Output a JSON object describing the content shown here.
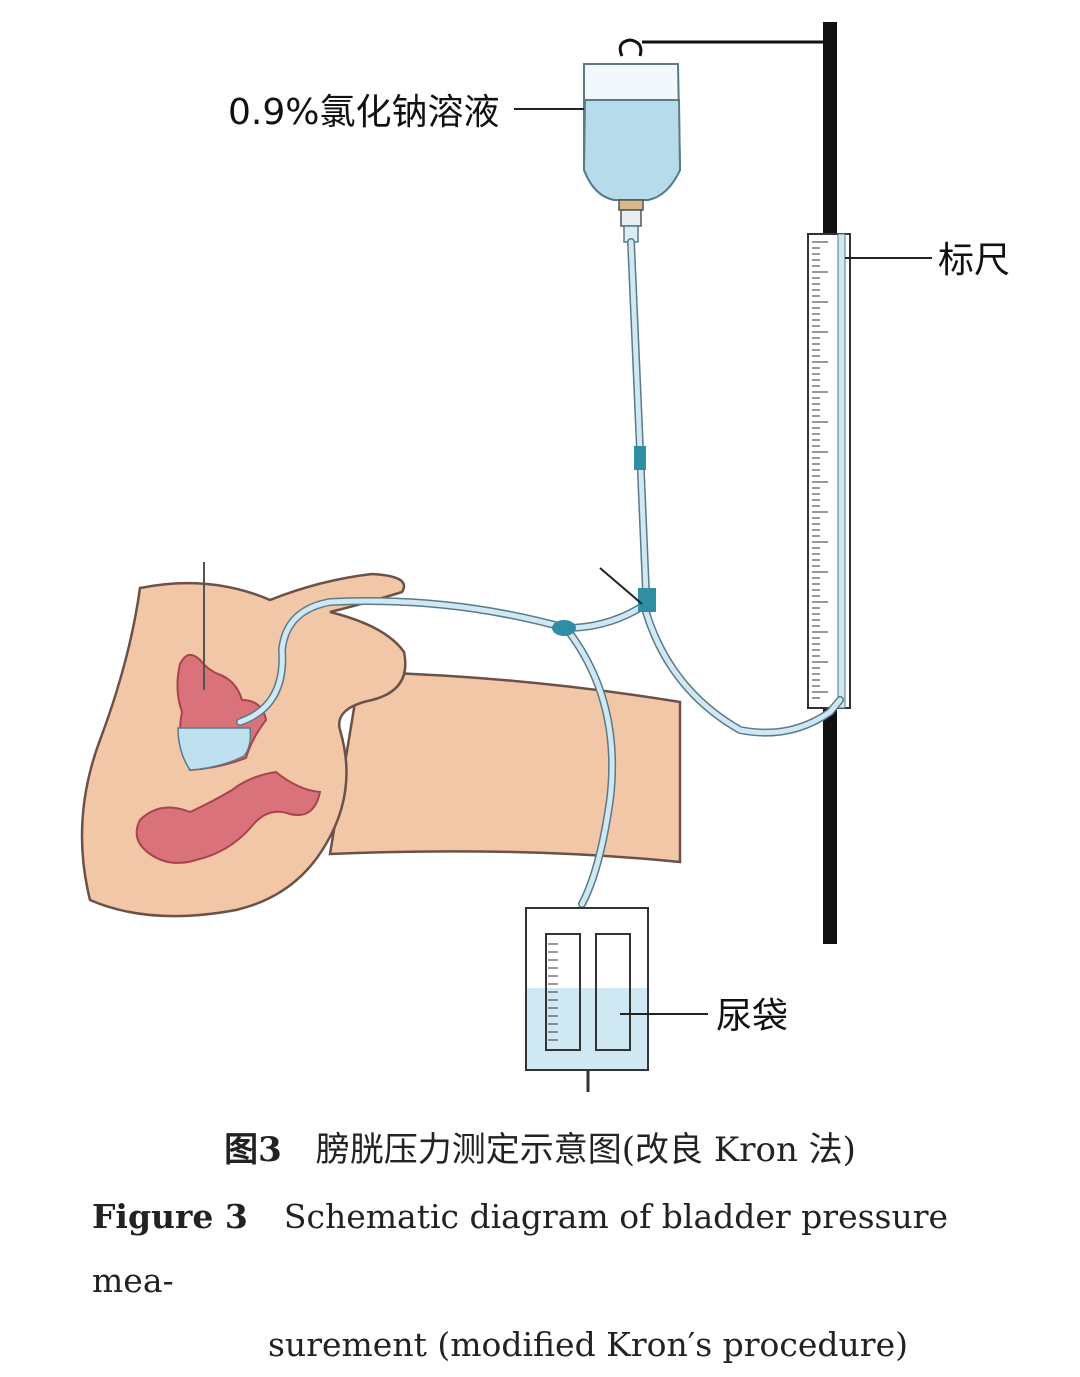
{
  "labels": {
    "saline": "0.9%氯化钠溶液",
    "ruler": "标尺",
    "urine_bag": "尿袋"
  },
  "caption_cn": {
    "number": "图3",
    "text": "膀胱压力测定示意图(改良 Kron 法)"
  },
  "caption_en": {
    "number": "Figure 3",
    "line1": "Schematic diagram of bladder pressure mea-",
    "line2": "surement (modified Kron′s procedure)"
  },
  "colors": {
    "skin": "#f2c7a8",
    "skin_outline": "#6b5148",
    "organ": "#d9727a",
    "fluid": "#bfe0ee",
    "tube": "#9fd0e4",
    "connector": "#2f8ea3",
    "pole": "#111111"
  }
}
